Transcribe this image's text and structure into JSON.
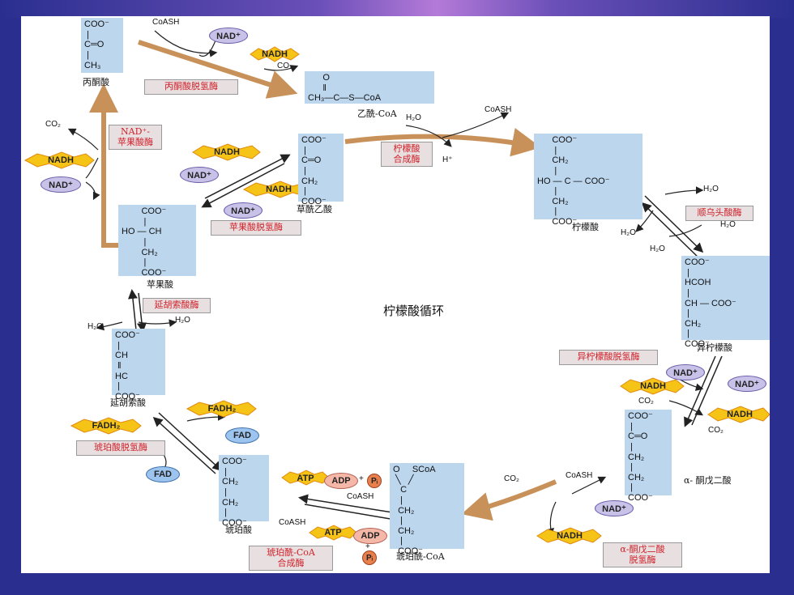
{
  "title": "柠檬酸循环",
  "compounds": {
    "pyruvate": {
      "lines": [
        "COO⁻",
        " |",
        "C═O",
        " |",
        "CH₃"
      ],
      "name": "丙酮酸"
    },
    "acetylcoa": {
      "lines": [
        "      O",
        "      ‖",
        "CH₃—C—S—CoA"
      ],
      "name": "乙酰-CoA"
    },
    "oxaloacetate": {
      "lines": [
        "COO⁻",
        " |",
        "C═O",
        " |",
        "CH₂",
        " |",
        "COO⁻"
      ],
      "name": "草酰乙酸"
    },
    "citrate": {
      "lines": [
        "      COO⁻",
        "       |",
        "      CH₂",
        "       |",
        "HO — C — COO⁻",
        "       |",
        "      CH₂",
        "       |",
        "      COO⁻"
      ],
      "name": "柠檬酸"
    },
    "isocitrate": {
      "lines": [
        "COO⁻",
        " |",
        "HCOH",
        " |",
        "CH — COO⁻",
        " |",
        "CH₂",
        " |",
        "COO⁻"
      ],
      "name": "异柠檬酸"
    },
    "ketoglutarate": {
      "lines": [
        "COO⁻",
        " |",
        "C═O",
        " |",
        "CH₂",
        " |",
        "CH₂",
        " |",
        "COO⁻"
      ],
      "name": "α- 酮戊二酸"
    },
    "succinylcoa": {
      "lines": [
        "O     SCoA",
        " ╲   ╱",
        "   C",
        "   |",
        "  CH₂",
        "   |",
        "  CH₂",
        "   |",
        "  COO⁻"
      ],
      "name": "琥珀酰-CoA"
    },
    "succinate": {
      "lines": [
        "COO⁻",
        " |",
        "CH₂",
        " |",
        "CH₂",
        " |",
        "COO⁻"
      ],
      "name": "琥珀酸"
    },
    "fumarate": {
      "lines": [
        "COO⁻",
        " |",
        "CH",
        " ‖",
        "HC",
        " |",
        "COO⁻"
      ],
      "name": "延胡索酸"
    },
    "malate": {
      "lines": [
        "        COO⁻",
        "         |",
        "HO — CH",
        "         |",
        "        CH₂",
        "         |",
        "        COO⁻"
      ],
      "name": "苹果酸"
    }
  },
  "enzymes": {
    "pdh": "丙酮酸脱氢酶",
    "cs": "柠檬酸\n合成酶",
    "aco": "顺乌头酸酶",
    "idh": "异柠檬酸脱氢酶",
    "kgdh": "α-酮戊二酸\n脱氢酶",
    "scs": "琥珀酰-CoA\n合成酶",
    "sdh": "琥珀酸脱氢酶",
    "fum": "延胡索酸酶",
    "mdh": "苹果酸脱氢酶",
    "me": "NAD⁺-\n苹果酸酶"
  },
  "labels": {
    "coash": "CoASH",
    "nadp": "NAD⁺",
    "nadh": "NADH",
    "co2": "CO₂",
    "h2o": "H₂O",
    "hplus": "H⁺",
    "fad": "FAD",
    "fadh2": "FADH₂",
    "atp": "ATP",
    "adp": "ADP",
    "pi": "Pᵢ",
    "plus": "+"
  },
  "colors": {
    "arrow_main": "#c8915a",
    "compound_bg": "#bcd6ee",
    "enzyme_text": "#d0202a",
    "nadh_star": "#f6c317"
  }
}
